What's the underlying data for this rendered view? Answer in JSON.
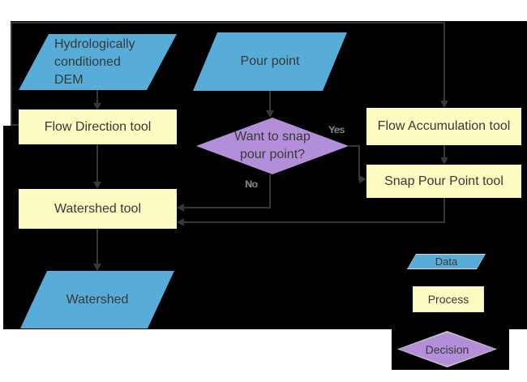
{
  "diagram": {
    "background_color": "#000000",
    "colors": {
      "data_fill": "#57acd8",
      "process_fill": "#fcfbc2",
      "decision_fill": "#b48fd9",
      "connector": "#383838",
      "text": "#383838",
      "legend_border": "#c6c6c6"
    },
    "nodes": {
      "dem": {
        "type": "data",
        "label": "Hydrologically conditioned DEM",
        "lines": [
          "Hydrologically",
          "conditioned",
          "DEM"
        ]
      },
      "pour_point": {
        "type": "data",
        "label": "Pour point"
      },
      "flow_direction": {
        "type": "process",
        "label": "Flow Direction tool"
      },
      "flow_accumulation": {
        "type": "process",
        "label": "Flow Accumulation tool"
      },
      "snap_pour_point": {
        "type": "process",
        "label": "Snap Pour Point tool"
      },
      "watershed_tool": {
        "type": "process",
        "label": "Watershed tool"
      },
      "watershed": {
        "type": "data",
        "label": "Watershed"
      },
      "decision": {
        "type": "decision",
        "label": "Want to snap pour point?",
        "lines": [
          "Want to snap",
          "pour point?"
        ]
      }
    },
    "edges": [
      {
        "from": "dem",
        "to": "flow_direction"
      },
      {
        "from": "pour_point",
        "to": "decision"
      },
      {
        "from": "flow_direction",
        "to": "flow_accumulation"
      },
      {
        "from": "flow_accumulation",
        "to": "snap_pour_point"
      },
      {
        "from": "decision",
        "to": "snap_pour_point",
        "label": "Yes"
      },
      {
        "from": "decision",
        "to": "watershed_tool",
        "label": "No"
      },
      {
        "from": "snap_pour_point",
        "to": "watershed_tool"
      },
      {
        "from": "flow_direction",
        "to": "watershed_tool"
      },
      {
        "from": "watershed_tool",
        "to": "watershed"
      }
    ],
    "legend": {
      "data_label": "Data",
      "process_label": "Process",
      "decision_label": "Decision"
    }
  }
}
